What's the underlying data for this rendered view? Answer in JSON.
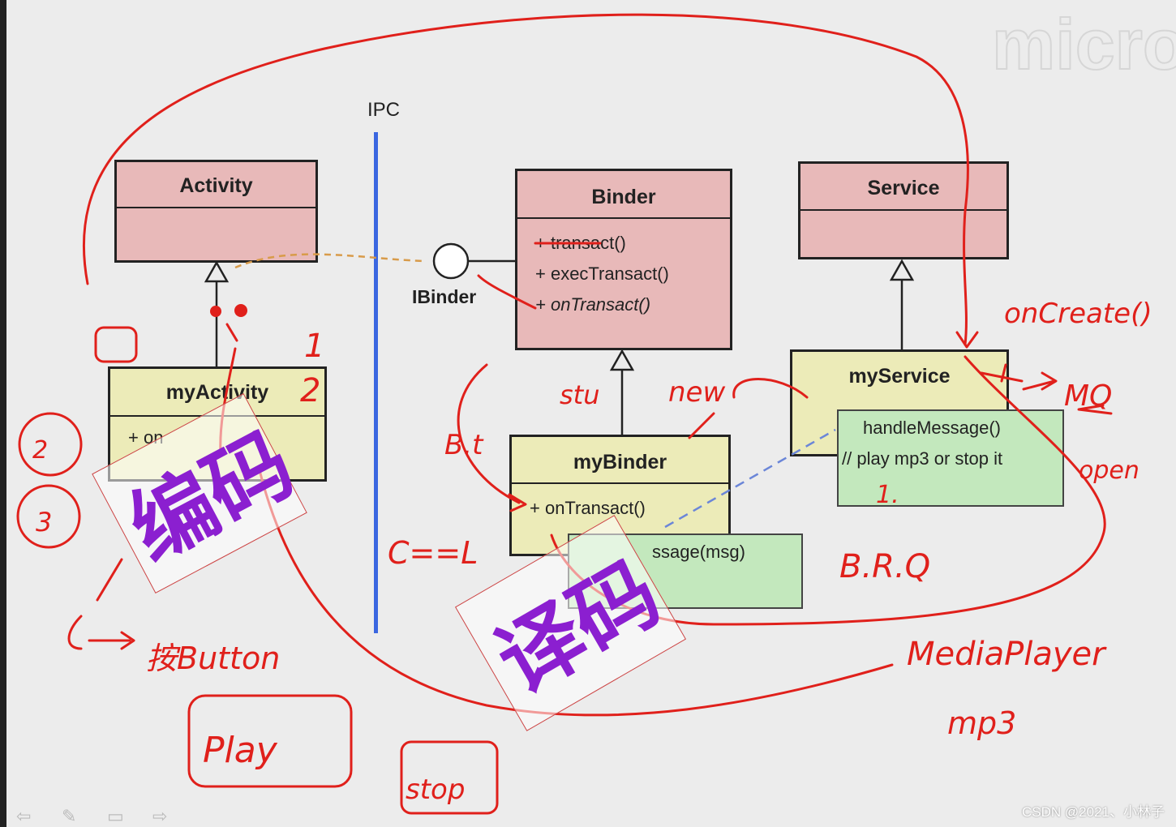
{
  "ipc_label": "IPC",
  "activity": {
    "title": "Activity"
  },
  "binder": {
    "title": "Binder",
    "methods": [
      "+ transact()",
      "+ execTransact()",
      "+ onTransact()"
    ]
  },
  "service": {
    "title": "Service"
  },
  "my_activity": {
    "title": "myActivity",
    "method": "+ on"
  },
  "my_binder": {
    "title": "myBinder",
    "method": "+ onTransact()"
  },
  "my_service": {
    "title": "myService"
  },
  "ibinder_label": "IBinder",
  "service_note": {
    "line1": "handleMessage()",
    "line2": "// play mp3 or stop it"
  },
  "binder_note": {
    "text": "ssage(msg)"
  },
  "stamp_encode": "编码",
  "stamp_decode": "译码",
  "watermark_logo": "micro",
  "footer_credit": "CSDN @2021、小林子",
  "colors": {
    "ink": "#e0201b",
    "pink": "#e8b9b9",
    "yellow": "#ecebb8",
    "green": "#c3e8bd",
    "ipc_line": "#3a66e0",
    "stamp_text": "#8b1fd0"
  }
}
